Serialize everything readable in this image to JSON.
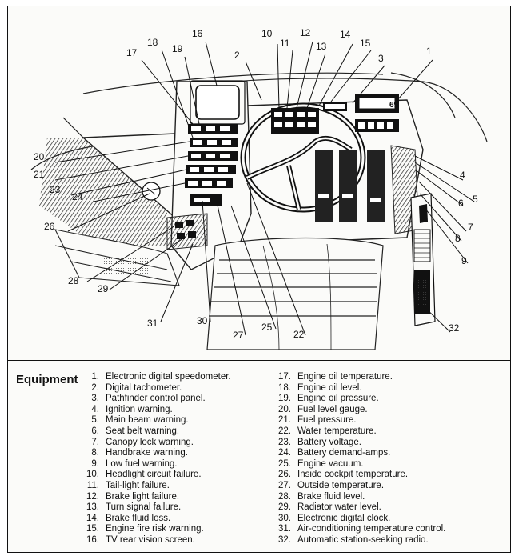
{
  "callouts": [
    "1",
    "2",
    "3",
    "4",
    "5",
    "6",
    "7",
    "8",
    "9",
    "10",
    "11",
    "12",
    "13",
    "14",
    "15",
    "16",
    "17",
    "18",
    "19",
    "20",
    "21",
    "22",
    "23",
    "24",
    "25",
    "26",
    "27",
    "28",
    "29",
    "30",
    "31",
    "32"
  ],
  "speedo_digits": "69",
  "legend": {
    "title": "Equipment",
    "items": [
      {
        "n": "1.",
        "text": "Electronic digital speedometer."
      },
      {
        "n": "2.",
        "text": "Digital tachometer."
      },
      {
        "n": "3.",
        "text": "Pathfinder control panel."
      },
      {
        "n": "4.",
        "text": "Ignition warning."
      },
      {
        "n": "5.",
        "text": "Main beam warning."
      },
      {
        "n": "6.",
        "text": "Seat belt warning."
      },
      {
        "n": "7.",
        "text": "Canopy lock warning."
      },
      {
        "n": "8.",
        "text": "Handbrake warning."
      },
      {
        "n": "9.",
        "text": "Low fuel warning."
      },
      {
        "n": "10.",
        "text": "Headlight circuit failure."
      },
      {
        "n": "11.",
        "text": "Tail-light failure."
      },
      {
        "n": "12.",
        "text": "Brake light failure."
      },
      {
        "n": "13.",
        "text": "Turn signal failure."
      },
      {
        "n": "14.",
        "text": "Brake fluid loss."
      },
      {
        "n": "15.",
        "text": "Engine fire risk warning."
      },
      {
        "n": "16.",
        "text": "TV rear vision screen."
      },
      {
        "n": "17.",
        "text": "Engine oil temperature."
      },
      {
        "n": "18.",
        "text": "Engine oil level."
      },
      {
        "n": "19.",
        "text": "Engine oil pressure."
      },
      {
        "n": "20.",
        "text": "Fuel level gauge."
      },
      {
        "n": "21.",
        "text": "Fuel pressure."
      },
      {
        "n": "22.",
        "text": "Water temperature."
      },
      {
        "n": "23.",
        "text": "Battery voltage."
      },
      {
        "n": "24.",
        "text": "Battery demand-amps."
      },
      {
        "n": "25.",
        "text": "Engine vacuum."
      },
      {
        "n": "26.",
        "text": "Inside cockpit temperature."
      },
      {
        "n": "27.",
        "text": "Outside temperature."
      },
      {
        "n": "28.",
        "text": "Brake fluid level."
      },
      {
        "n": "29.",
        "text": "Radiator water level."
      },
      {
        "n": "30.",
        "text": "Electronic digital clock."
      },
      {
        "n": "31.",
        "text": "Air-conditioning temperature control."
      },
      {
        "n": "32.",
        "text": "Automatic station-seeking radio."
      }
    ]
  }
}
